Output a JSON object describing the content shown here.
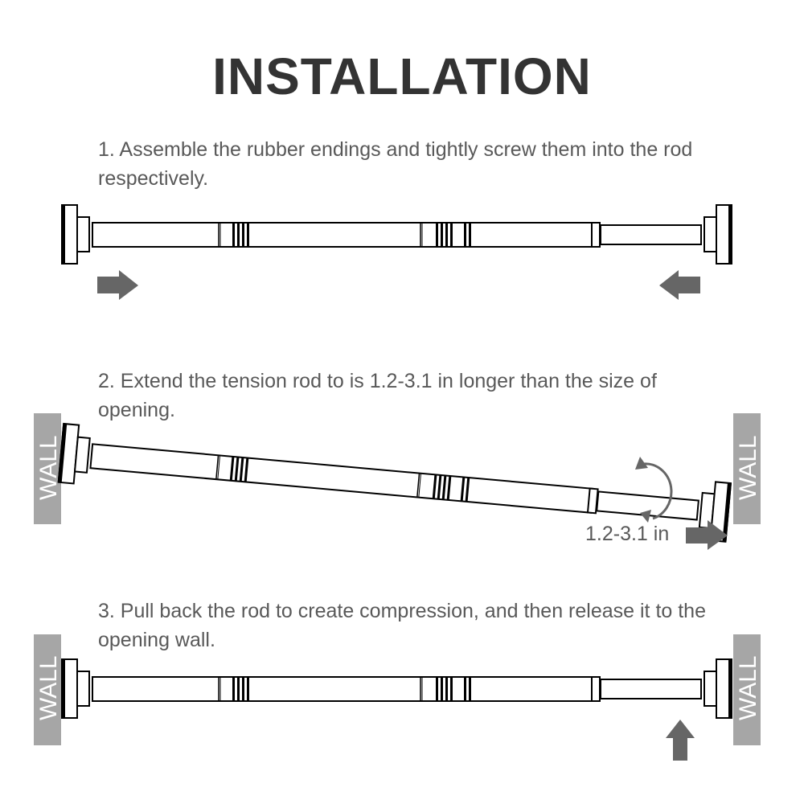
{
  "title": "INSTALLATION",
  "steps": [
    {
      "text": "1. Assemble the rubber endings and tightly screw them into the rod respectively."
    },
    {
      "text": "2. Extend the tension rod to is 1.2-3.1 in longer than the size of opening."
    },
    {
      "text": "3. Pull back the rod to create compression, and then release it to the opening wall."
    }
  ],
  "measurement_label": "1.2-3.1 in",
  "wall_label": "WALL",
  "colors": {
    "title": "#333333",
    "text": "#595959",
    "arrow": "#666666",
    "wall": "#a6a6a6",
    "outline": "#000000"
  }
}
